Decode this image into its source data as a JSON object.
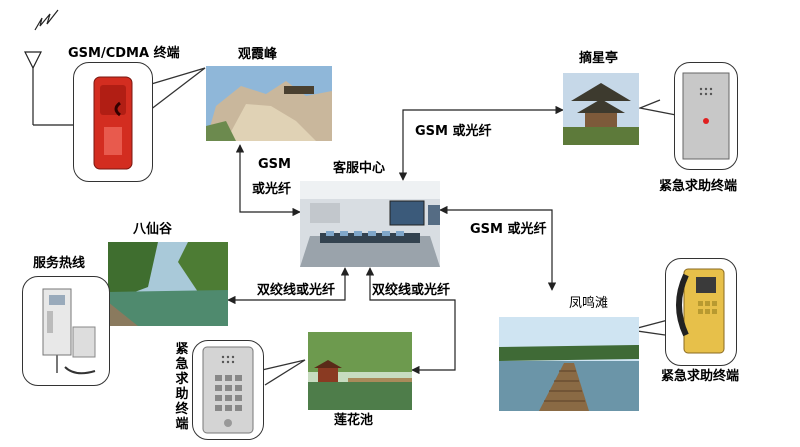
{
  "nodes": {
    "center": "客服中心",
    "guanxia": "观霞峰",
    "zhaixing": "摘星亭",
    "baxian": "八仙谷",
    "fengming": "凤鸣滩",
    "lianhua": "莲花池"
  },
  "terminals": {
    "gsm_terminal": "GSM/CDMA 终端",
    "emergency_top": "紧急求助终端",
    "hotline": "服务热线",
    "emergency_bottom": "紧急求助终端",
    "emergency_right": "紧急求助终端"
  },
  "links": {
    "left_top_1": "GSM",
    "left_top_2": "或光纤",
    "top_right": "GSM 或光纤",
    "right": "GSM 或光纤",
    "bottom_left": "双绞线或光纤",
    "bottom_right": "双绞线或光纤"
  },
  "colors": {
    "line": "#222222",
    "phone_red": "#d32d20",
    "sky": "#8fb7d9"
  }
}
